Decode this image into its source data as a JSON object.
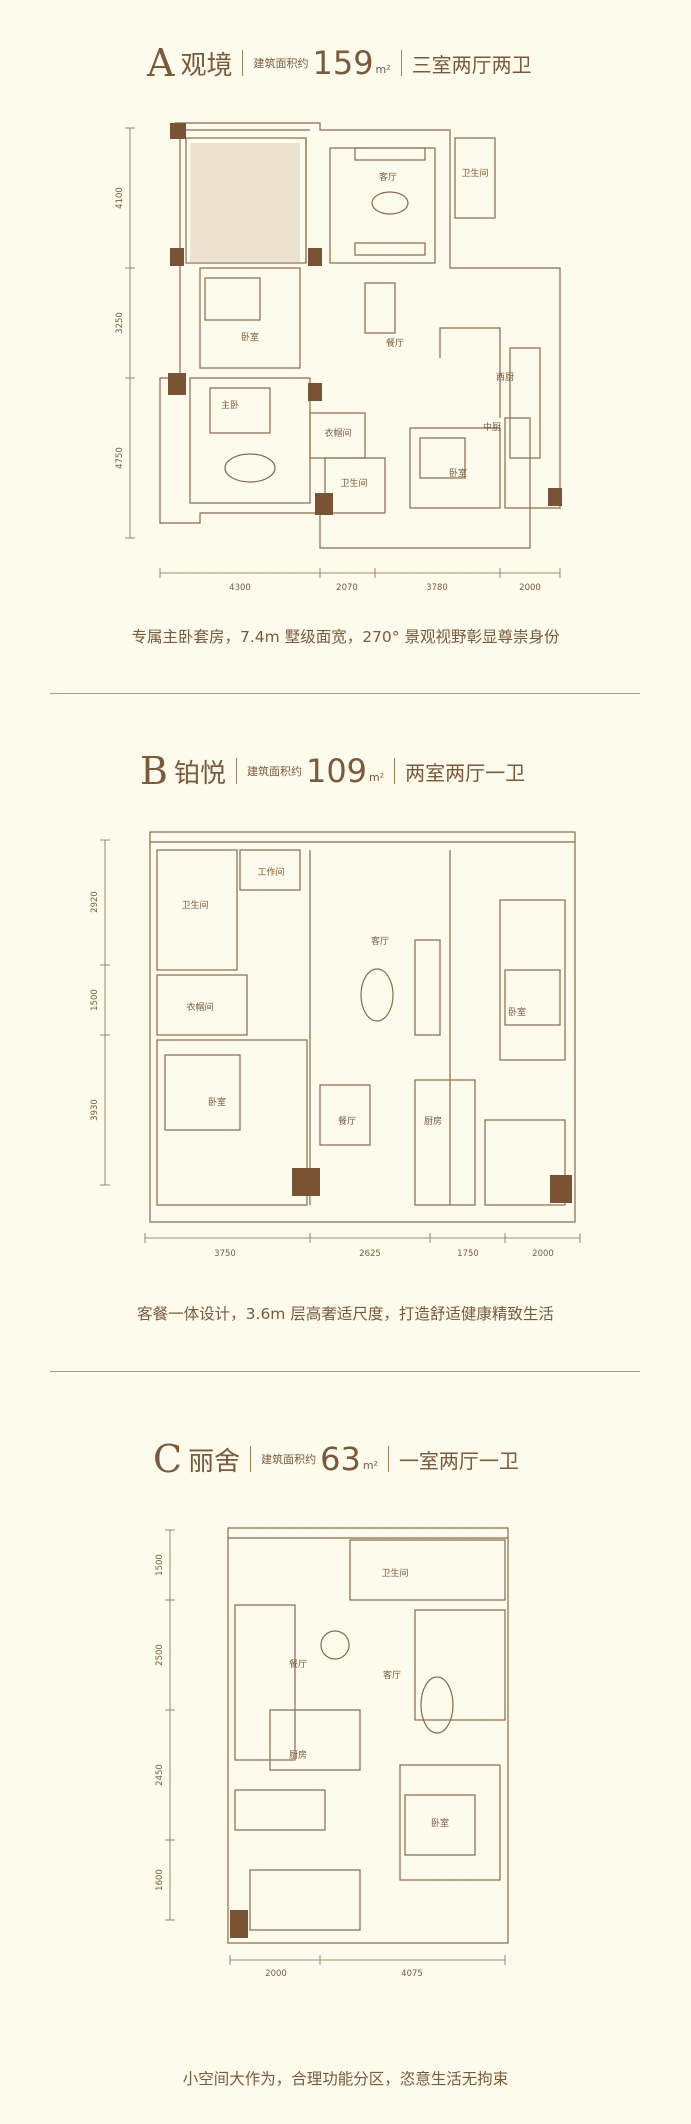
{
  "colors": {
    "background": "#fdfbec",
    "wall": "#8a6a4c",
    "pillar": "#7a5335",
    "text": "#7b5a3c"
  },
  "area_label": "建筑面积约",
  "unit": "m²",
  "plans": [
    {
      "letter": "A",
      "name": "观境",
      "area": "159",
      "type": "三室两厅两卫",
      "rooms": {
        "living": "客厅",
        "bath1": "卫生间",
        "bed1": "卧室",
        "dining": "餐厅",
        "western_kitchen": "西厨",
        "master": "主卧",
        "closet": "衣帽间",
        "chinese_kitchen": "中厨",
        "bed2": "卧室",
        "bath2": "卫生间"
      },
      "dims_left": [
        "4100",
        "3250",
        "4750"
      ],
      "dims_bottom": [
        "4300",
        "2070",
        "3780",
        "2000"
      ],
      "caption": "专属主卧套房，7.4m 墅级面宽，270° 景观视野彰显尊崇身份"
    },
    {
      "letter": "B",
      "name": "铂悦",
      "area": "109",
      "type": "两室两厅一卫",
      "rooms": {
        "workroom": "工作间",
        "bath": "卫生间",
        "living": "客厅",
        "closet": "衣帽间",
        "bed1": "卧室",
        "bed2": "卧室",
        "dining": "餐厅",
        "kitchen": "厨房"
      },
      "dims_left": [
        "2920",
        "1500",
        "3930"
      ],
      "dims_bottom": [
        "3750",
        "2625",
        "1750",
        "2000"
      ],
      "caption": "客餐一体设计，3.6m 层高奢适尺度，打造舒适健康精致生活"
    },
    {
      "letter": "C",
      "name": "丽舍",
      "area": "63",
      "type": "一室两厅一卫",
      "rooms": {
        "bath": "卫生间",
        "dining": "餐厅",
        "living": "客厅",
        "kitchen": "厨房",
        "bed": "卧室"
      },
      "dims_left": [
        "1500",
        "2500",
        "2450",
        "1600"
      ],
      "dims_bottom": [
        "2000",
        "4075"
      ],
      "caption": "小空间大作为，合理功能分区，恣意生活无拘束"
    }
  ]
}
